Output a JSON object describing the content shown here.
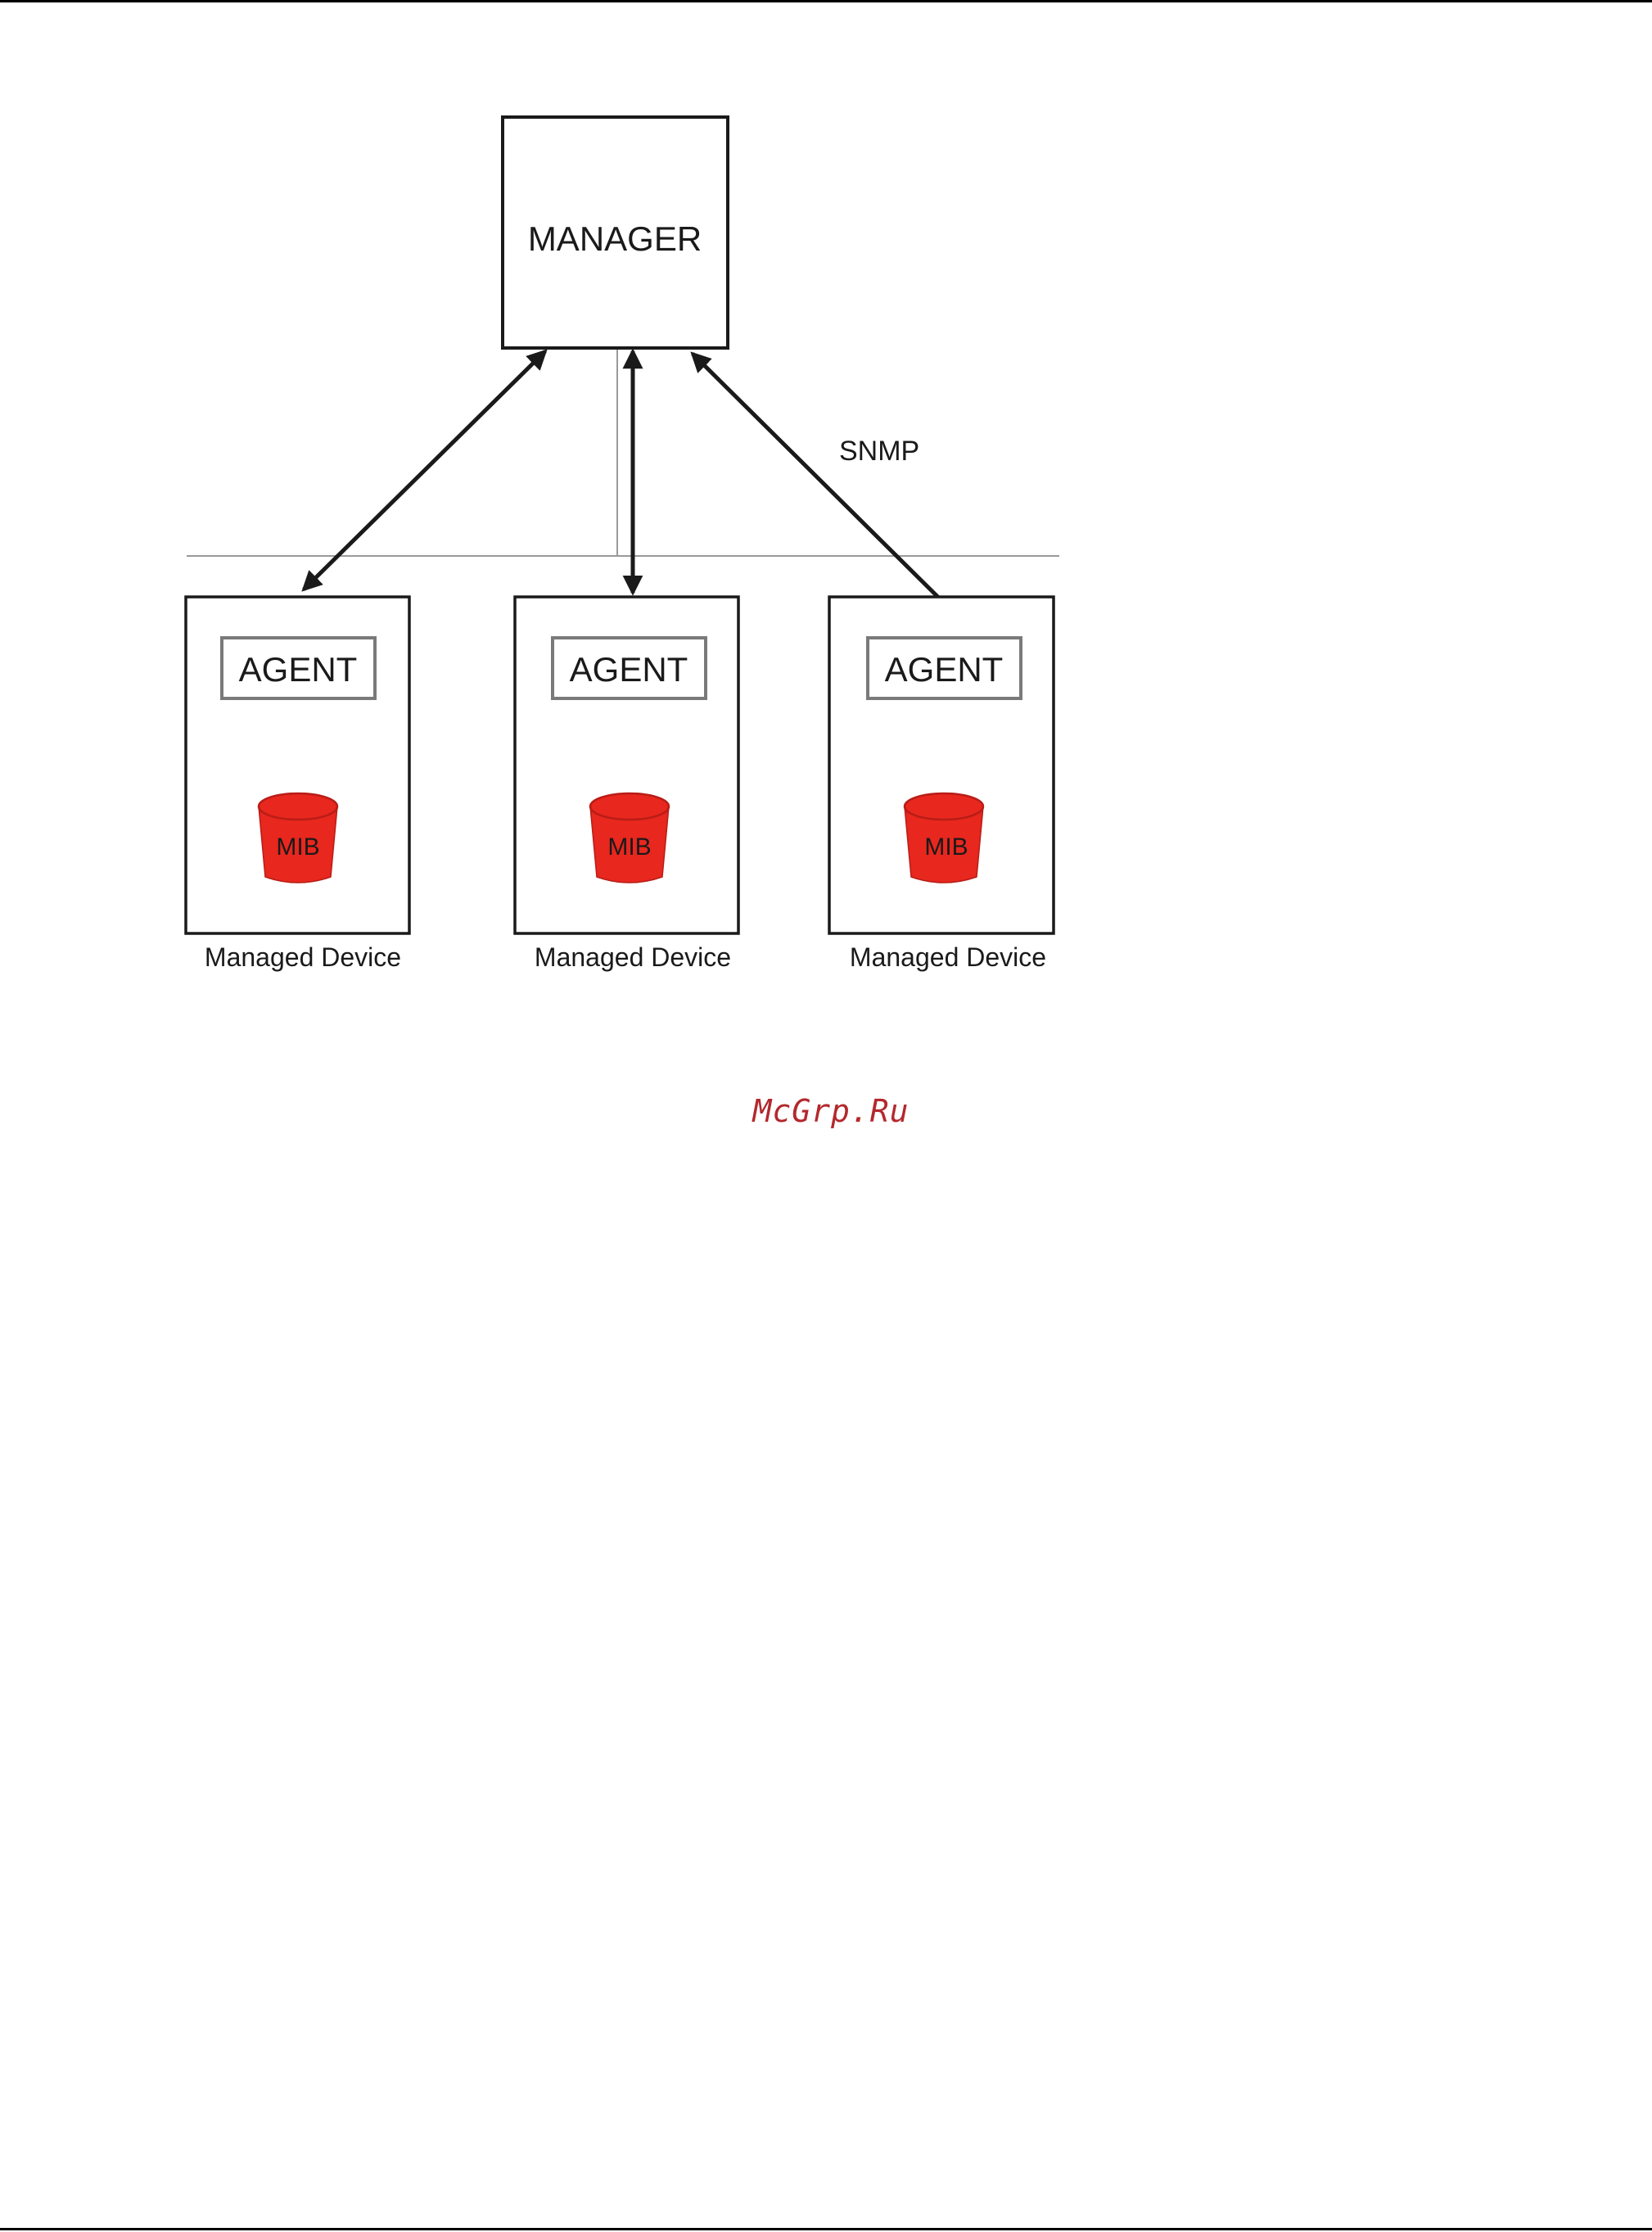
{
  "diagram": {
    "manager_label": "MANAGER",
    "protocol_label": "SNMP",
    "devices": [
      {
        "agent_label": "AGENT",
        "mib_label": "MIB",
        "device_label": "Managed Device"
      },
      {
        "agent_label": "AGENT",
        "mib_label": "MIB",
        "device_label": "Managed Device"
      },
      {
        "agent_label": "AGENT",
        "mib_label": "MIB",
        "device_label": "Managed Device"
      }
    ]
  },
  "watermark": {
    "text": "McGrp.Ru"
  },
  "colors": {
    "ink": "#1a1a1a",
    "mib_fill": "#e8271e",
    "mib_dark": "#b81d16",
    "network_line": "#9a9a9a",
    "agent_border": "#7a7a7a",
    "watermark": "#b3282d"
  }
}
